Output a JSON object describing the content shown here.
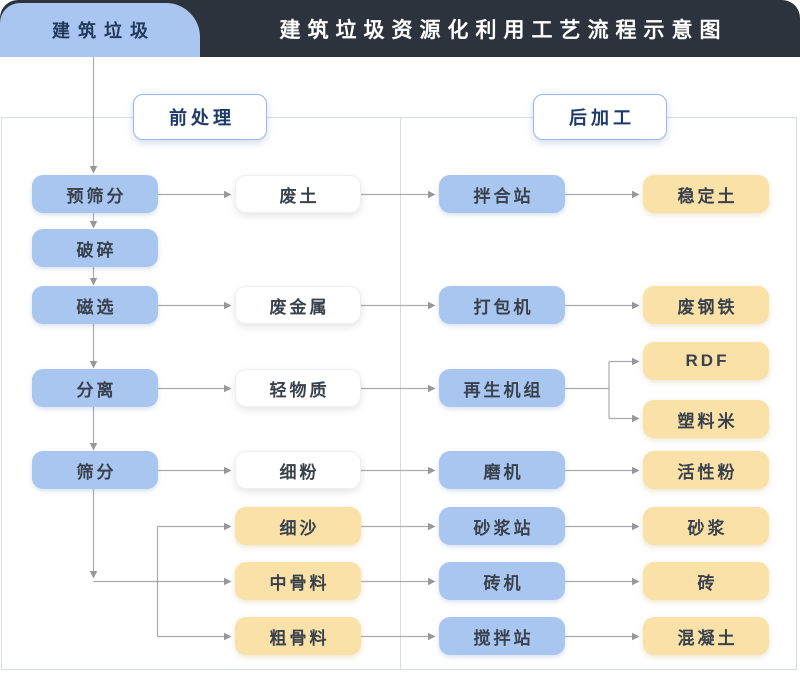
{
  "header": {
    "tab": "建筑垃圾",
    "title": "建筑垃圾资源化利用工艺流程示意图"
  },
  "sections": {
    "pre": "前处理",
    "post": "后加工"
  },
  "nodes": {
    "pre_screen": "预筛分",
    "crush": "破碎",
    "magnetic": "磁选",
    "separate": "分离",
    "screen": "筛分",
    "waste_soil": "废土",
    "waste_metal": "废金属",
    "light_material": "轻物质",
    "fine_powder": "细粉",
    "fine_sand": "细沙",
    "medium_aggregate": "中骨料",
    "coarse_aggregate": "粗骨料",
    "mixing_plant": "拌合站",
    "baler": "打包机",
    "regen_unit": "再生机组",
    "mill": "磨机",
    "mortar_plant": "砂浆站",
    "brick_machine": "砖机",
    "stir_plant": "搅拌站",
    "stabilized_soil": "稳定土",
    "scrap_steel": "废钢铁",
    "rdf": "RDF",
    "plastic_pellet": "塑料米",
    "active_powder": "活性粉",
    "mortar": "砂浆",
    "brick": "砖",
    "concrete": "混凝土"
  },
  "edges": [
    {
      "from": "建筑垃圾",
      "to": "预筛分"
    },
    {
      "from": "预筛分",
      "to": "破碎"
    },
    {
      "from": "破碎",
      "to": "磁选"
    },
    {
      "from": "磁选",
      "to": "分离"
    },
    {
      "from": "分离",
      "to": "筛分"
    },
    {
      "from": "预筛分",
      "to": "废土"
    },
    {
      "from": "磁选",
      "to": "废金属"
    },
    {
      "from": "分离",
      "to": "轻物质"
    },
    {
      "from": "筛分",
      "to": "细粉"
    },
    {
      "from": "筛分",
      "to": "细沙"
    },
    {
      "from": "筛分",
      "to": "中骨料"
    },
    {
      "from": "筛分",
      "to": "粗骨料"
    },
    {
      "from": "废土",
      "to": "拌合站"
    },
    {
      "from": "废金属",
      "to": "打包机"
    },
    {
      "from": "轻物质",
      "to": "再生机组"
    },
    {
      "from": "细粉",
      "to": "磨机"
    },
    {
      "from": "细沙",
      "to": "砂浆站"
    },
    {
      "from": "中骨料",
      "to": "砖机"
    },
    {
      "from": "粗骨料",
      "to": "搅拌站"
    },
    {
      "from": "拌合站",
      "to": "稳定土"
    },
    {
      "from": "打包机",
      "to": "废钢铁"
    },
    {
      "from": "再生机组",
      "to": "RDF"
    },
    {
      "from": "再生机组",
      "to": "塑料米"
    },
    {
      "from": "磨机",
      "to": "活性粉"
    },
    {
      "from": "砂浆站",
      "to": "砂浆"
    },
    {
      "from": "砖机",
      "to": "砖"
    },
    {
      "from": "搅拌站",
      "to": "混凝土"
    }
  ],
  "colors": {
    "header_bg": "#2d333d",
    "tab_blue": "#a8c6ef",
    "process_blue": "#a8c6ef",
    "product_yellow": "#f9e1a8",
    "intermediate_white": "#ffffff",
    "line_gray": "#a9abaf",
    "panel_border": "#d7dbe3",
    "section_border": "#9cb9e8",
    "title_text": "#ffffff",
    "node_text": "#39414d",
    "navy_text": "#1d3a6a"
  }
}
